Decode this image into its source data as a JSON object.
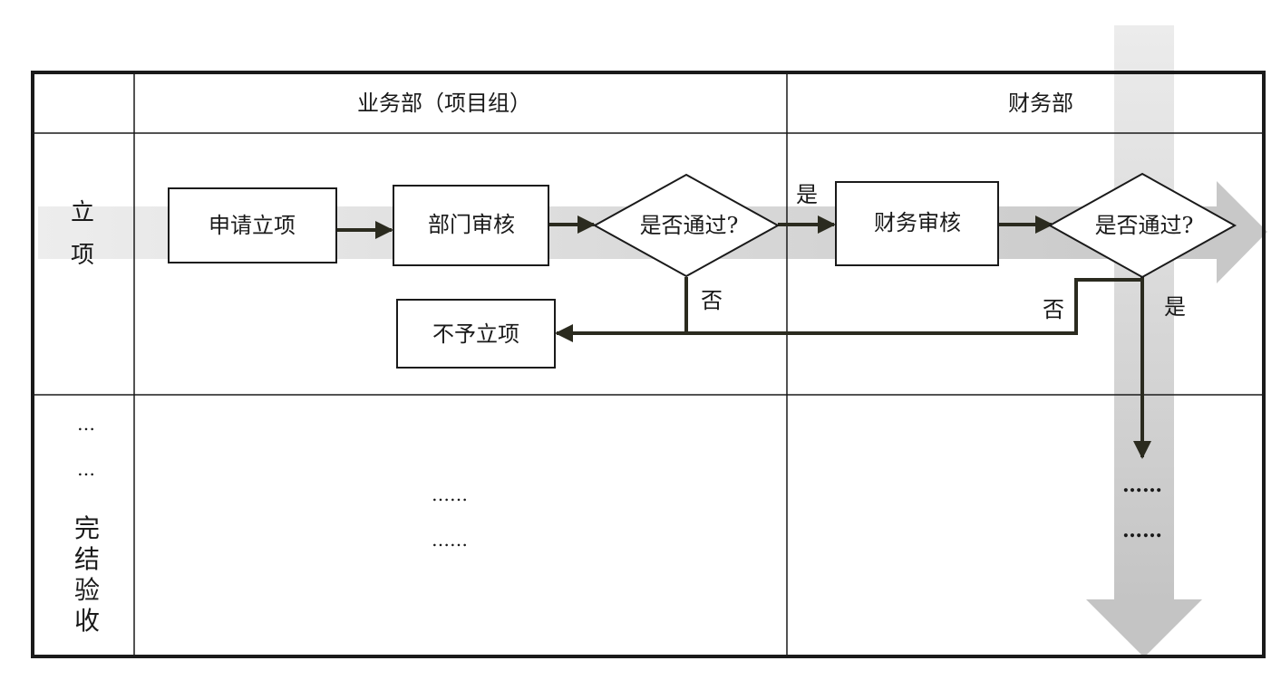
{
  "headers": {
    "business_dept": "业务部（项目组）",
    "finance_dept": "财务部"
  },
  "rows": {
    "setup": [
      "立",
      "项"
    ],
    "ellipsis_a": "…",
    "ellipsis_b": "…",
    "completion": [
      "完",
      "结",
      "验",
      "收"
    ]
  },
  "nodes": {
    "apply": "申请立项",
    "dept_review": "部门审核",
    "decision_1": "是否通过?",
    "finance_review": "财务审核",
    "decision_2": "是否通过?",
    "reject": "不予立项"
  },
  "edge_labels": {
    "yes_1": "是",
    "no_1": "否",
    "no_2": "否",
    "yes_2": "是"
  },
  "placeholders": {
    "business_1": "……",
    "business_2": "……",
    "finance_1": "……",
    "finance_2": "……"
  },
  "colors": {
    "line": "#2b2b1f",
    "flow_arrow": "#d6d6d6",
    "node_border": "#1a1a1a",
    "background": "#ffffff"
  }
}
